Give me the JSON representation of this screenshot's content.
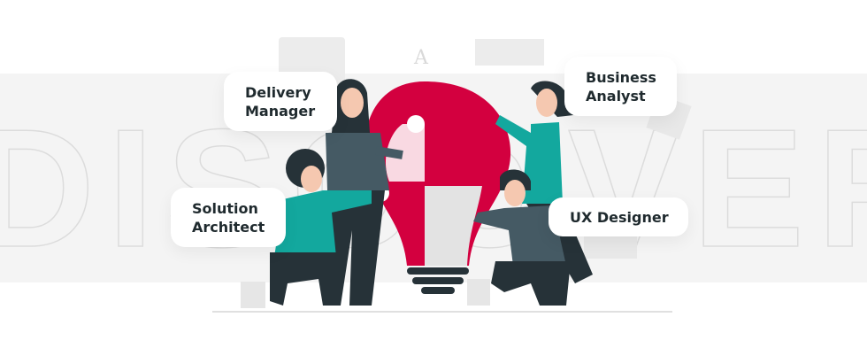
{
  "background_word": "DISCOVERY",
  "roles": [
    {
      "line1": "Delivery",
      "line2": "Manager"
    },
    {
      "line1": "Business",
      "line2": "Analyst"
    },
    {
      "line1": "Solution",
      "line2": "Architect"
    },
    {
      "line1": "UX Designer",
      "line2": ""
    }
  ],
  "colors": {
    "accent": "#d3003f",
    "teal": "#13a89e",
    "dark": "#263238",
    "band": "#f4f4f4"
  }
}
